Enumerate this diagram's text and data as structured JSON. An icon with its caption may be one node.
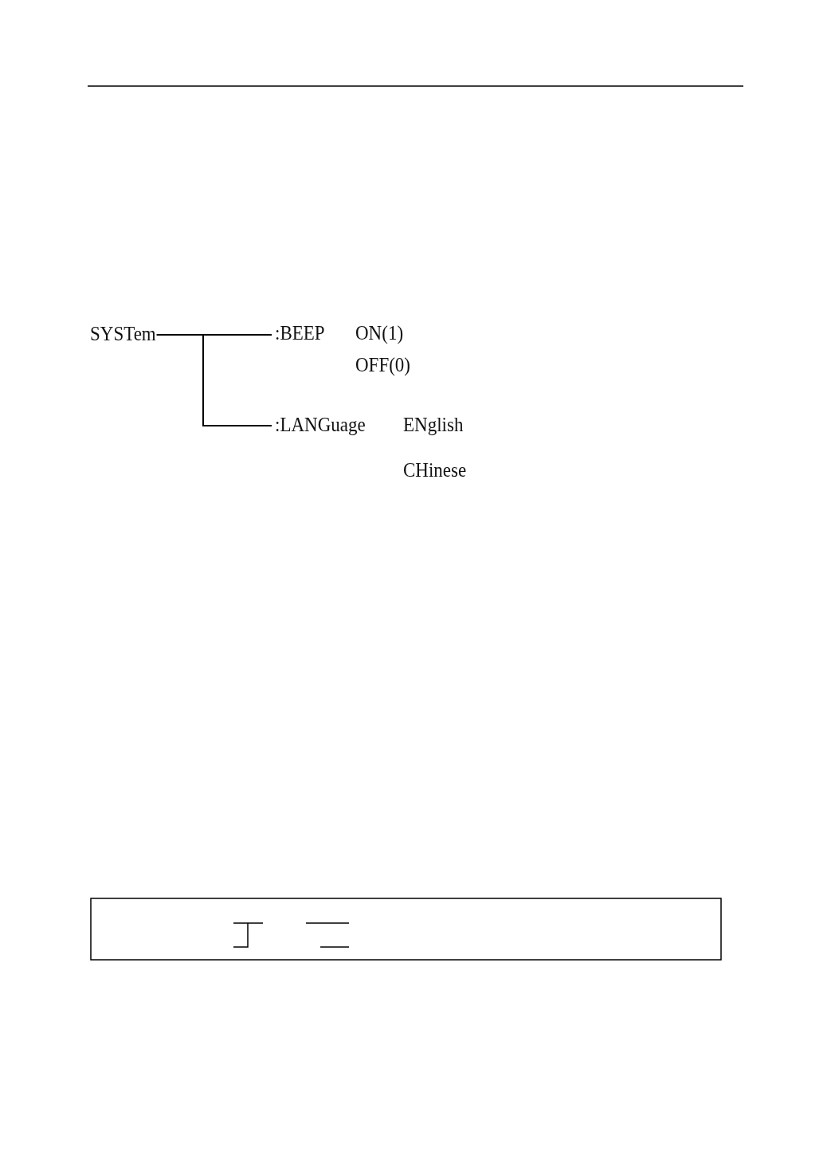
{
  "diagram": {
    "nodes": [
      {
        "text": [
          "SYSTem"
        ]
      },
      {
        "text": [
          ":BEEP"
        ],
        "beside": [
          "ON(1)",
          "OFF(0)"
        ]
      },
      {
        "text": [
          ":LANGuage"
        ],
        "beside": [
          "ENglish",
          "CHinese"
        ]
      }
    ],
    "edges": [
      {
        "from": 0,
        "to": 1,
        "arrow": "none"
      },
      {
        "from": 0,
        "to": 2,
        "arrow": "none"
      }
    ]
  }
}
